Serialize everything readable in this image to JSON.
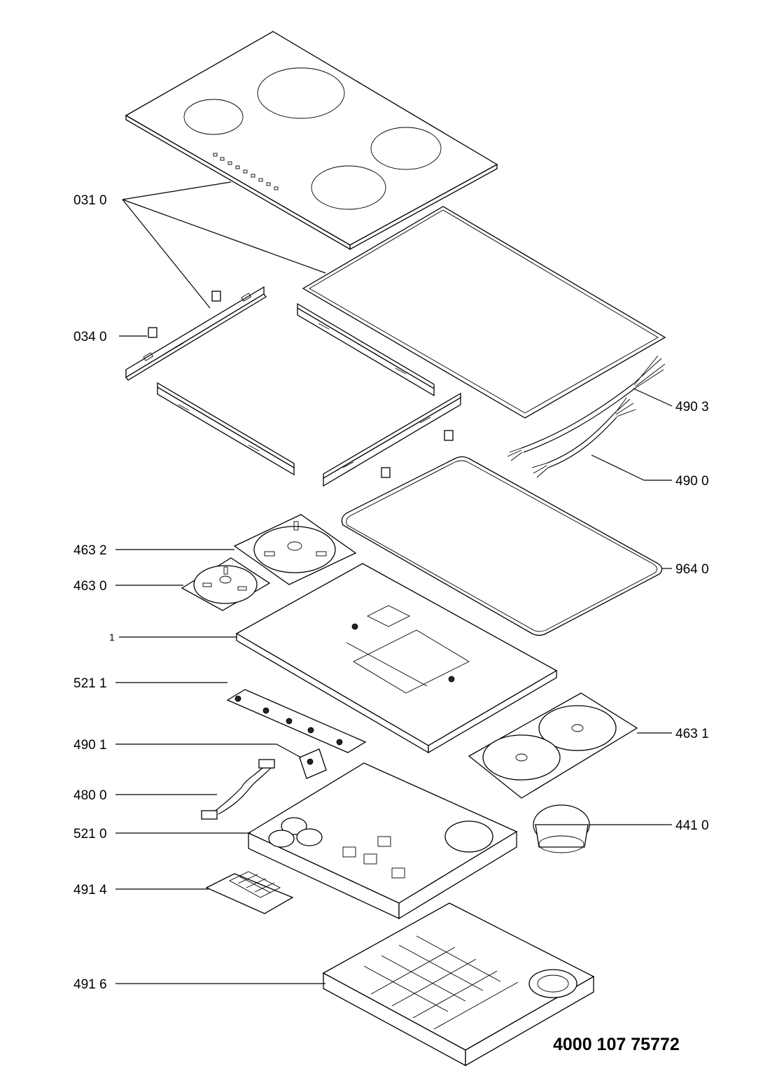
{
  "labels": {
    "p0310": "031 0",
    "p0340": "034 0",
    "p4903": "490 3",
    "p4900": "490 0",
    "p4632": "463 2",
    "p4630": "463 0",
    "p9640": "964 0",
    "p1": "1",
    "p5211": "521 1",
    "p4631": "463 1",
    "p4901": "490 1",
    "p4800": "480 0",
    "p5210": "521 0",
    "p4410": "441 0",
    "p4914": "491 4",
    "p4916": "491 6"
  },
  "document_number": "4000 107 75772"
}
